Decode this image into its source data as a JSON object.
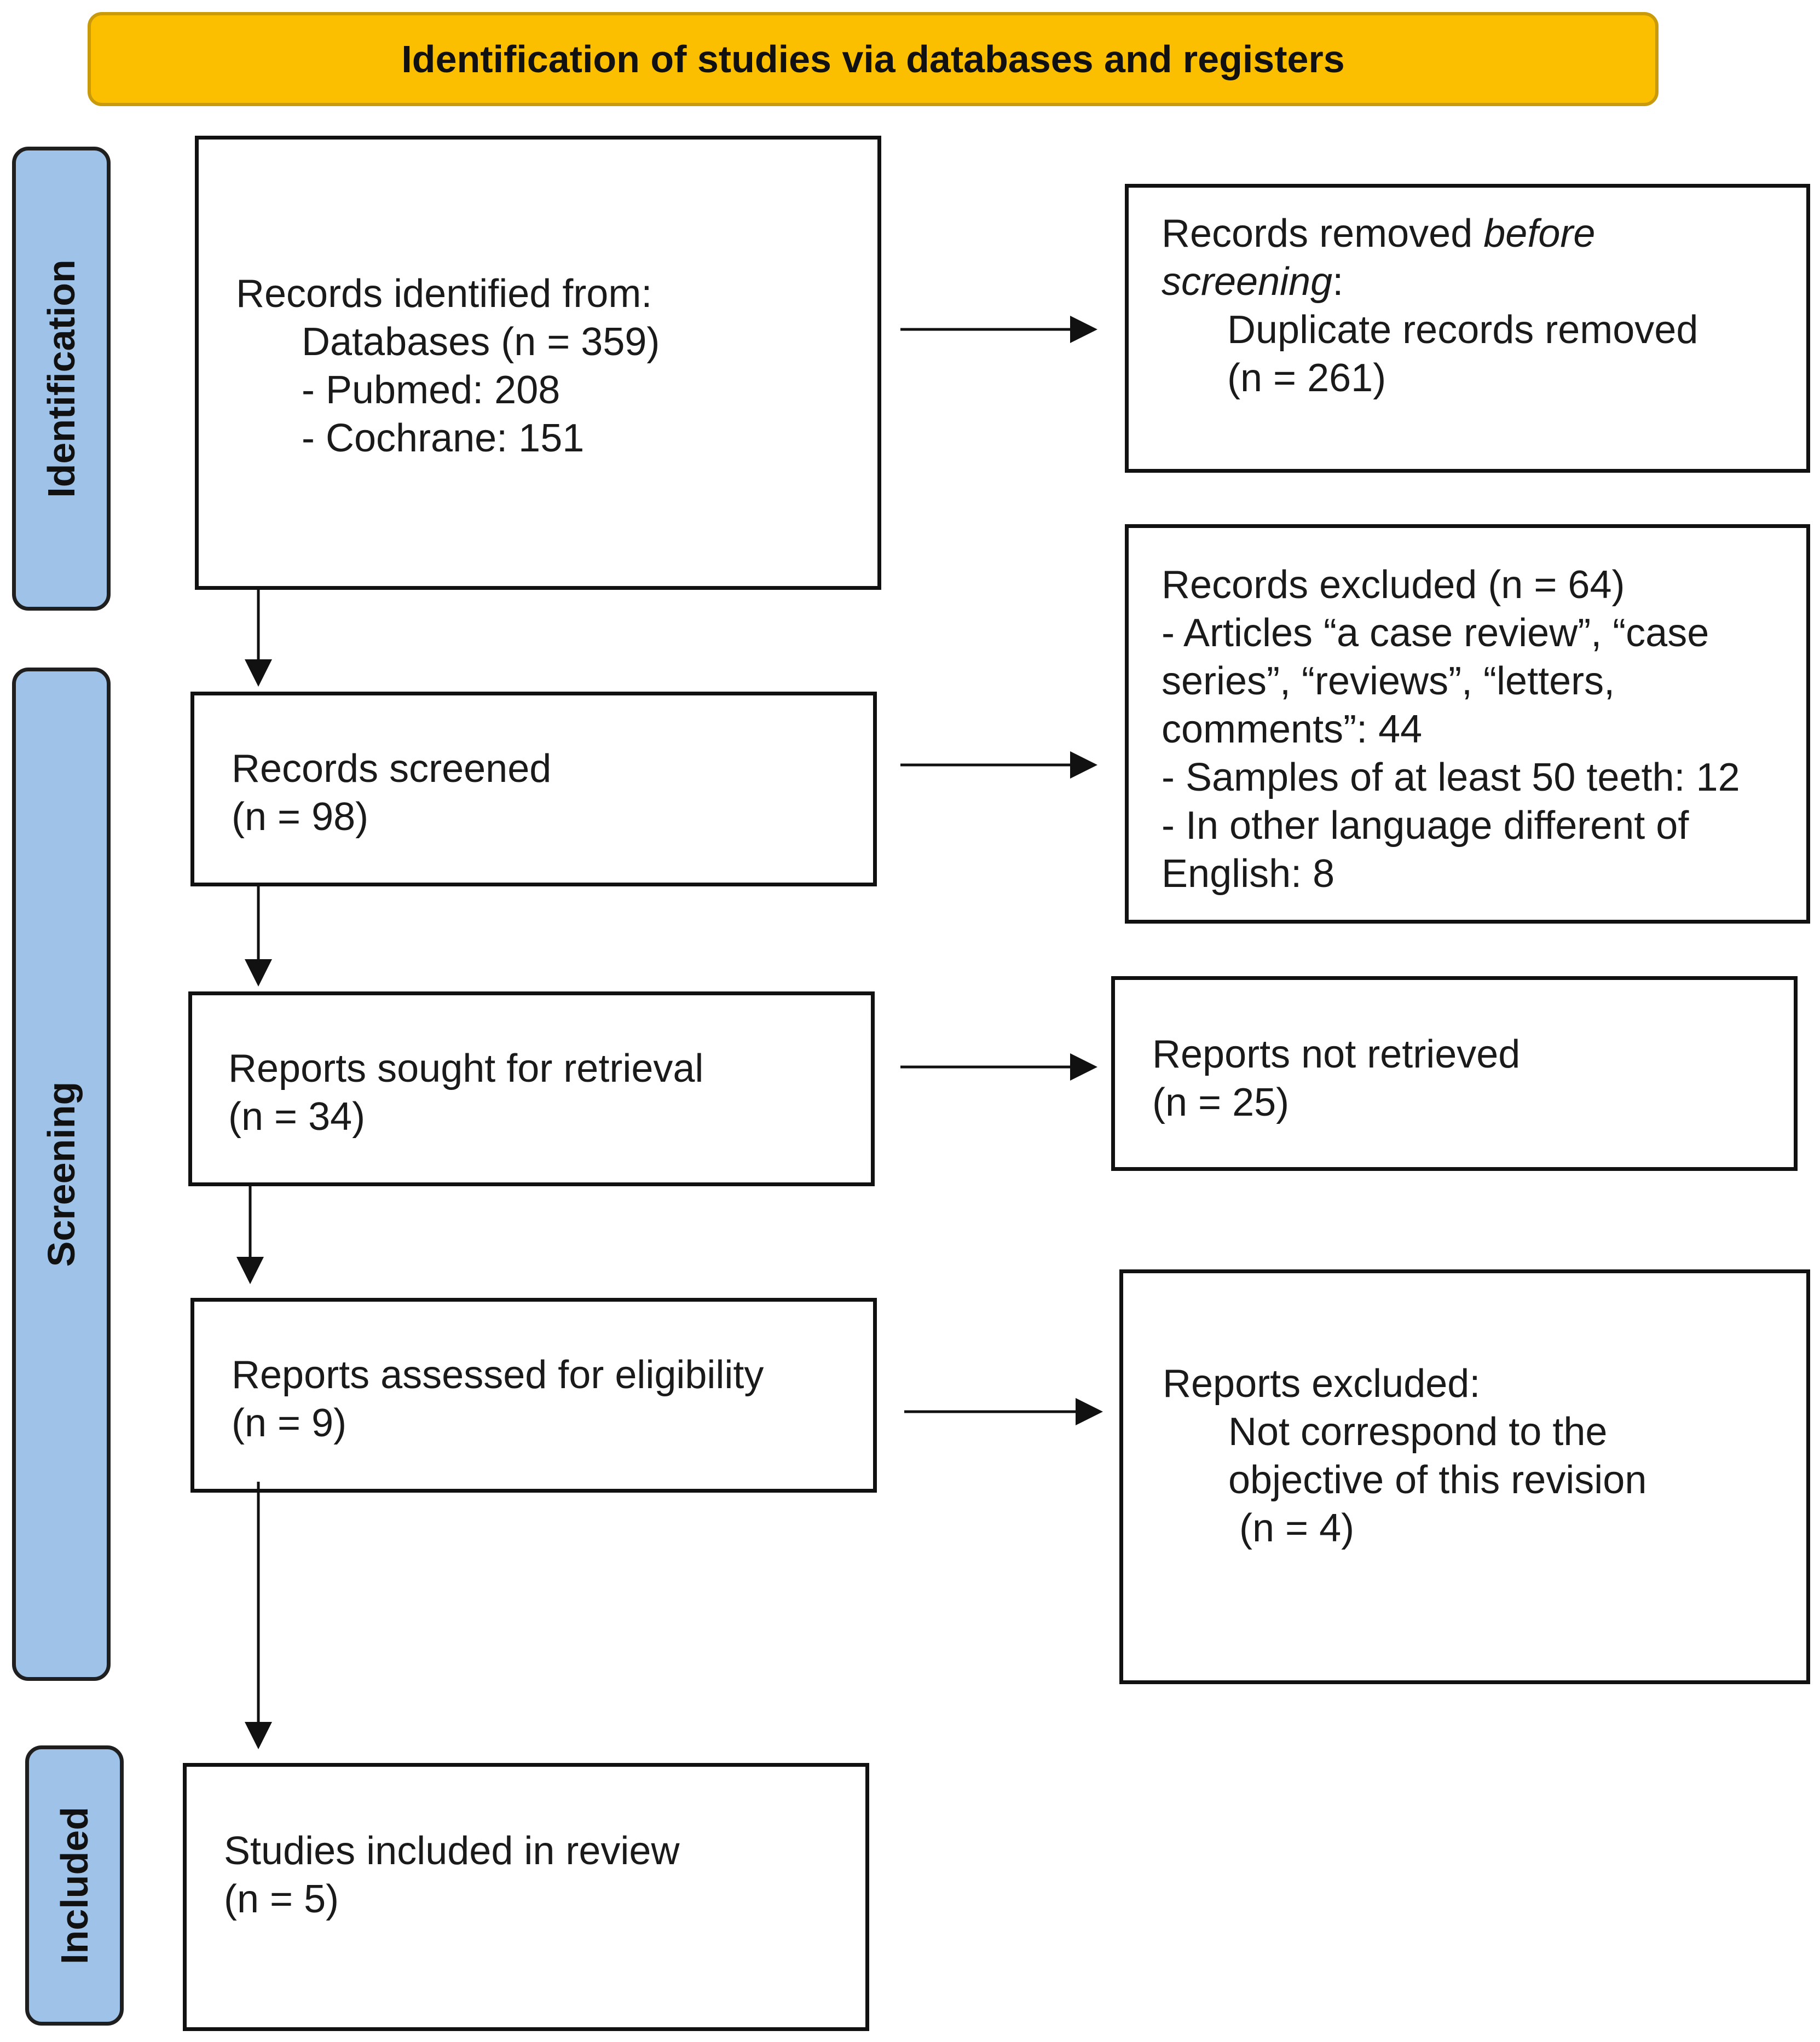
{
  "header": {
    "title": "Identification of studies via databases and registers"
  },
  "phases": {
    "identification": "Identification",
    "screening": "Screening",
    "included": "Included"
  },
  "boxes": {
    "identified": {
      "line1": "Records identified from:",
      "line2": "Databases (n = 359)",
      "line3": "- Pubmed: 208",
      "line4": "- Cochrane: 151"
    },
    "removed": {
      "line1_prefix": "Records removed ",
      "line1_italic": "before",
      "line2_italic": "screening",
      "line2_suffix": ":",
      "line3": "Duplicate records removed",
      "line4": "(n = 261)"
    },
    "screened": {
      "line1": "Records screened",
      "line2": "(n = 98)"
    },
    "excluded": {
      "line1": "Records excluded (n = 64)",
      "line2": "- Articles “a case review”, “case",
      "line3": "series”, “reviews”, “letters,",
      "line4": "comments”: 44",
      "line5": "- Samples of at least 50 teeth: 12",
      "line6": "- In other language different of",
      "line7": "English: 8"
    },
    "sought": {
      "line1": "Reports sought for retrieval",
      "line2": "(n = 34)"
    },
    "not_retrieved": {
      "line1": "Reports not retrieved",
      "line2": "(n = 25)"
    },
    "assessed": {
      "line1": "Reports assessed for eligibility",
      "line2": "(n = 9)"
    },
    "reports_excluded": {
      "line1": "Reports excluded:",
      "line2": "Not correspond to the",
      "line3": "objective of this revision",
      "line4": " (n = 4)"
    },
    "included": {
      "line1": "Studies included in review",
      "line2": "(n = 5)"
    }
  }
}
